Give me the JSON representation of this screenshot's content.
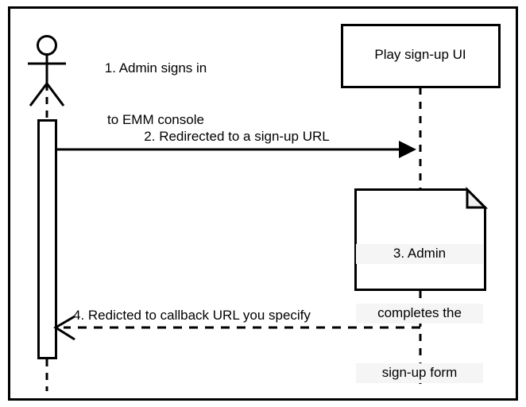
{
  "diagram": {
    "type": "uml-sequence-diagram",
    "background_color": "#ffffff",
    "line_color": "#000000",
    "note_fold_color": "#f0f0f0",
    "note_text_highlight": "#f5f5f5",
    "border_color": "#000000"
  },
  "actor": {
    "name": "admin-actor",
    "icon": "stick-figure-actor",
    "label": ""
  },
  "participants": [
    {
      "id": "play-signup-ui",
      "label": "Play sign-up UI",
      "shape": "rectangle"
    }
  ],
  "steps": [
    {
      "number": "1",
      "text_lines": [
        "1. Admin signs in",
        "to EMM console"
      ],
      "full_text": "1. Admin signs in to EMM console",
      "kind": "annotation"
    },
    {
      "number": "2",
      "text": "2. Redirected to a sign-up URL",
      "kind": "solid-arrow-right",
      "arrowhead": "filled"
    },
    {
      "number": "3",
      "text_lines": [
        "3. Admin",
        "completes the",
        "sign-up form"
      ],
      "full_text": "3. Admin completes the sign-up form",
      "kind": "note",
      "shape": "folded-corner-note"
    },
    {
      "number": "4",
      "text": "4. Redicted to callback URL you specify",
      "kind": "dashed-arrow-left",
      "arrowhead": "open"
    }
  ]
}
